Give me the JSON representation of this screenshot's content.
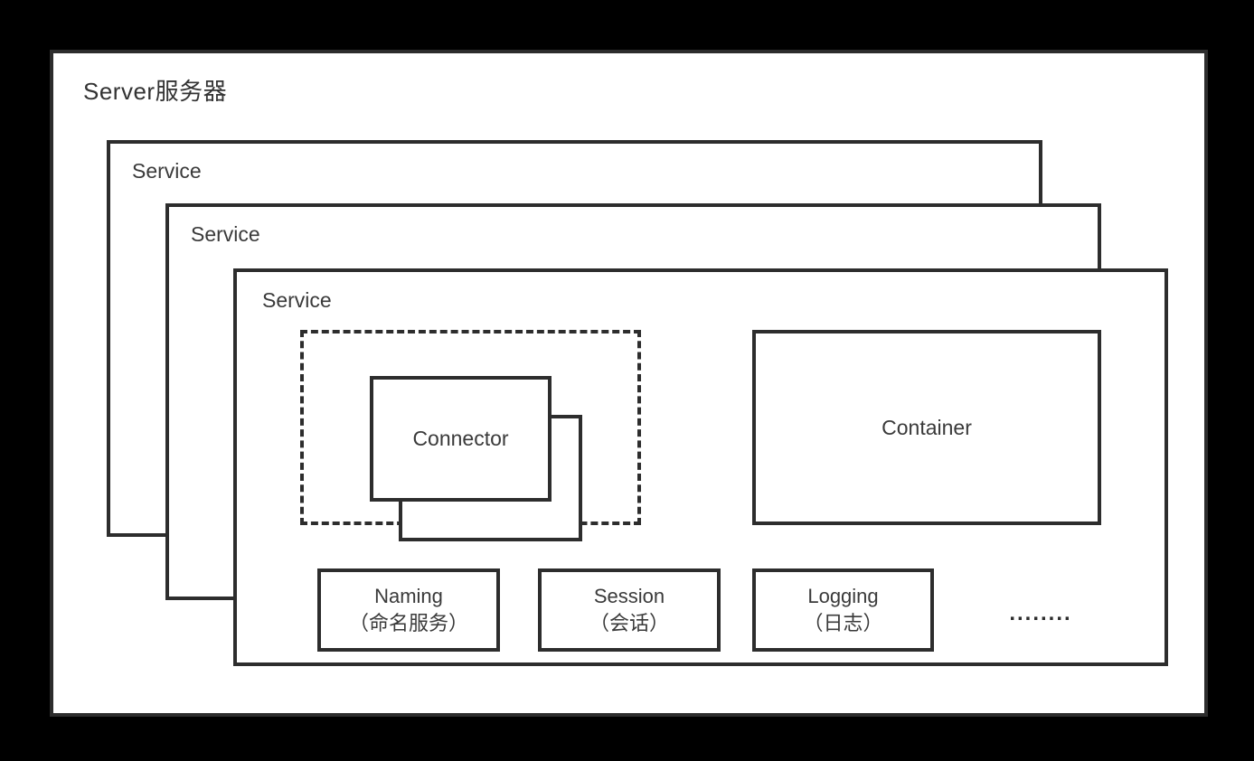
{
  "diagram": {
    "server_title": "Server服务器",
    "services": [
      {
        "label": "Service"
      },
      {
        "label": "Service"
      },
      {
        "label": "Service"
      }
    ],
    "connector": {
      "label": "Connector"
    },
    "container": {
      "label": "Container"
    },
    "components": [
      {
        "name": "Naming",
        "subtitle": "（命名服务）"
      },
      {
        "name": "Session",
        "subtitle": "（会话）"
      },
      {
        "name": "Logging",
        "subtitle": "（日志）"
      }
    ],
    "ellipsis": "........",
    "colors": {
      "background": "#000000",
      "surface": "#ffffff",
      "line": "#2d2d2d",
      "text": "#3a3a3a"
    }
  }
}
